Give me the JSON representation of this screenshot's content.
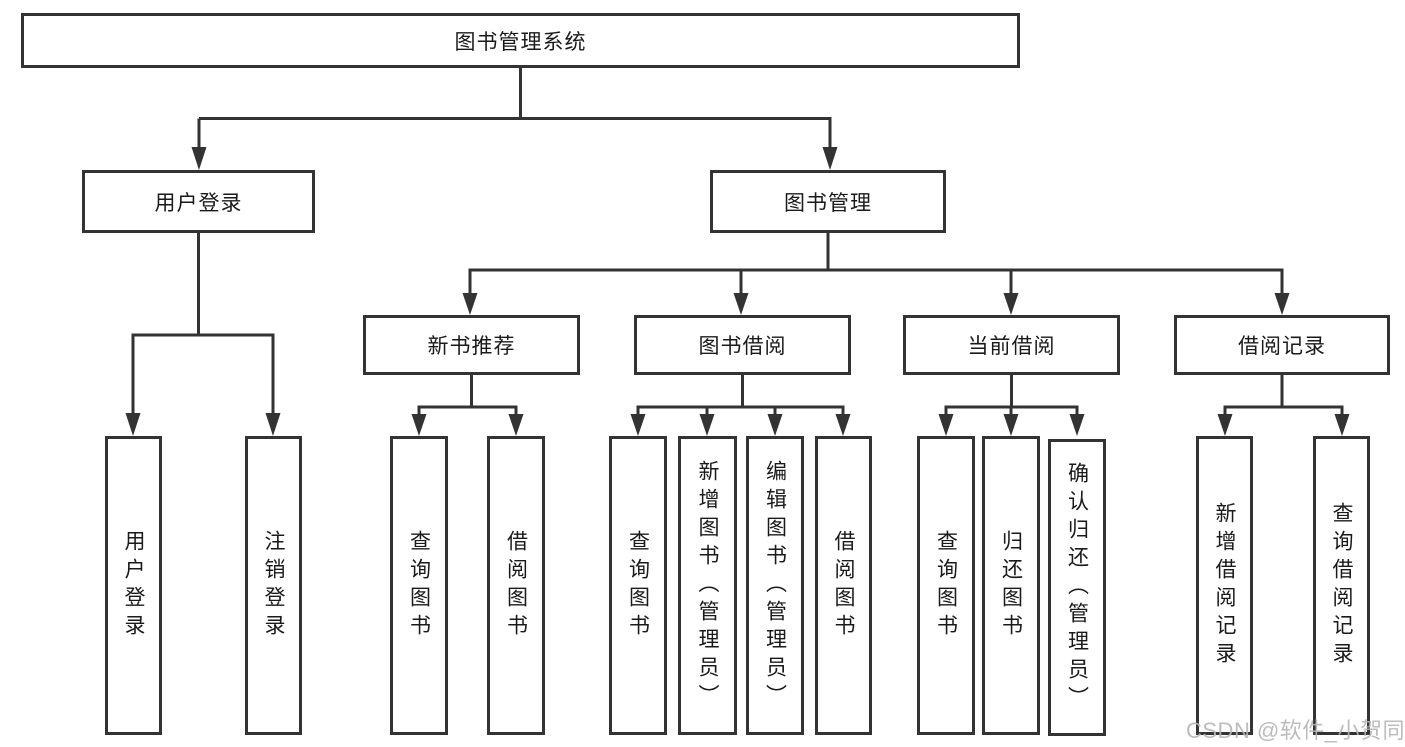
{
  "diagram": {
    "title_node": "图书管理系统",
    "level2": [
      "用户登录",
      "图书管理"
    ],
    "level3": [
      "新书推荐",
      "图书借阅",
      "当前借阅",
      "借阅记录"
    ],
    "login_children": [
      "用户登录",
      "注销登录"
    ],
    "newbook_children": [
      "查询图书",
      "借阅图书"
    ],
    "borrow_children": [
      "查询图书",
      "新增图书（管理员）",
      "编辑图书（管理员）",
      "借阅图书"
    ],
    "current_children": [
      "查询图书",
      "归还图书",
      "确认归还（管理员）"
    ],
    "record_children": [
      "新增借阅记录",
      "查询借阅记录"
    ],
    "colors": {
      "line": "#333333",
      "box_background": "#ffffff",
      "text": "#1a1a1a",
      "watermark": "#b5b5b5"
    }
  },
  "watermark": "CSDN @软件_小贺同学"
}
